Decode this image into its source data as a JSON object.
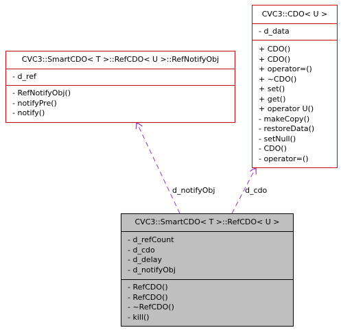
{
  "diagram": {
    "cdo_class": {
      "name": "CVC3::CDO< U >",
      "attributes": [
        "- d_data"
      ],
      "methods": [
        "+ CDO()",
        "+ CDO()",
        "+ operator=()",
        "+ ~CDO()",
        "+ set()",
        "+ get()",
        "+ operator U()",
        "- makeCopy()",
        "- restoreData()",
        "- setNull()",
        "- CDO()",
        "- operator=()"
      ]
    },
    "refnotify_class": {
      "name": "CVC3::SmartCDO< T >::RefCDO< U >::RefNotifyObj",
      "attributes": [
        "- d_ref"
      ],
      "methods": [
        "- RefNotifyObj()",
        "- notifyPre()",
        "- notify()"
      ]
    },
    "refcdo_class": {
      "name": "CVC3::SmartCDO< T >::RefCDO< U >",
      "attributes": [
        "- d_refCount",
        "- d_cdo",
        "- d_delay",
        "- d_notifyObj"
      ],
      "methods": [
        "- RefCDO()",
        "- RefCDO()",
        "- ~RefCDO()",
        "- kill()"
      ]
    },
    "edges": {
      "notify_label": "d_notifyObj",
      "cdo_label": "d_cdo"
    },
    "colors": {
      "border_related": "#cc0000",
      "border_focus": "#000000",
      "fill_focus": "#bfbfbf",
      "arrow": "#9a32cd"
    }
  }
}
